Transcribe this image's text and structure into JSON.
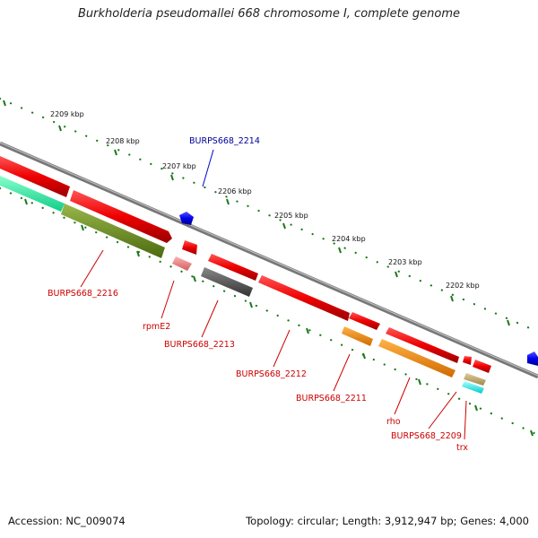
{
  "title": "Burkholderia pseudomallei 668 chromosome I, complete genome",
  "scale_labels": [
    "2209 kbp",
    "2208 kbp",
    "2207 kbp",
    "2206 kbp",
    "2205 kbp",
    "2204 kbp",
    "2203 kbp",
    "2202 kbp"
  ],
  "gene_labels": [
    {
      "text": "BURPS668_2214",
      "color": "blue"
    },
    {
      "text": "BURPS668_2216",
      "color": "red"
    },
    {
      "text": "rpmE2",
      "color": "red"
    },
    {
      "text": "BURPS668_2213",
      "color": "red"
    },
    {
      "text": "BURPS668_2212",
      "color": "red"
    },
    {
      "text": "BURPS668_2211",
      "color": "red"
    },
    {
      "text": "rho",
      "color": "red"
    },
    {
      "text": "BURPS668_2209",
      "color": "red"
    },
    {
      "text": "trx",
      "color": "red"
    }
  ],
  "footer": {
    "accession": "Accession: NC_009074",
    "topology": "Topology: circular; Length: 3,912,947 bp; Genes: 4,000"
  },
  "colors": {
    "backbone": "#8c8c8c",
    "tick": "#1a7a1a",
    "cds": "#ee0000",
    "cds_blue": "#0000ee",
    "rpmE2": "#f08080",
    "gray_cds": "#555555",
    "olive_cds": "#6b8e23",
    "teal_cds": "#33ffaa",
    "orange_cds": "#ff8c00",
    "tan_cds": "#c8b078",
    "cyan_cds": "#00ffff"
  }
}
